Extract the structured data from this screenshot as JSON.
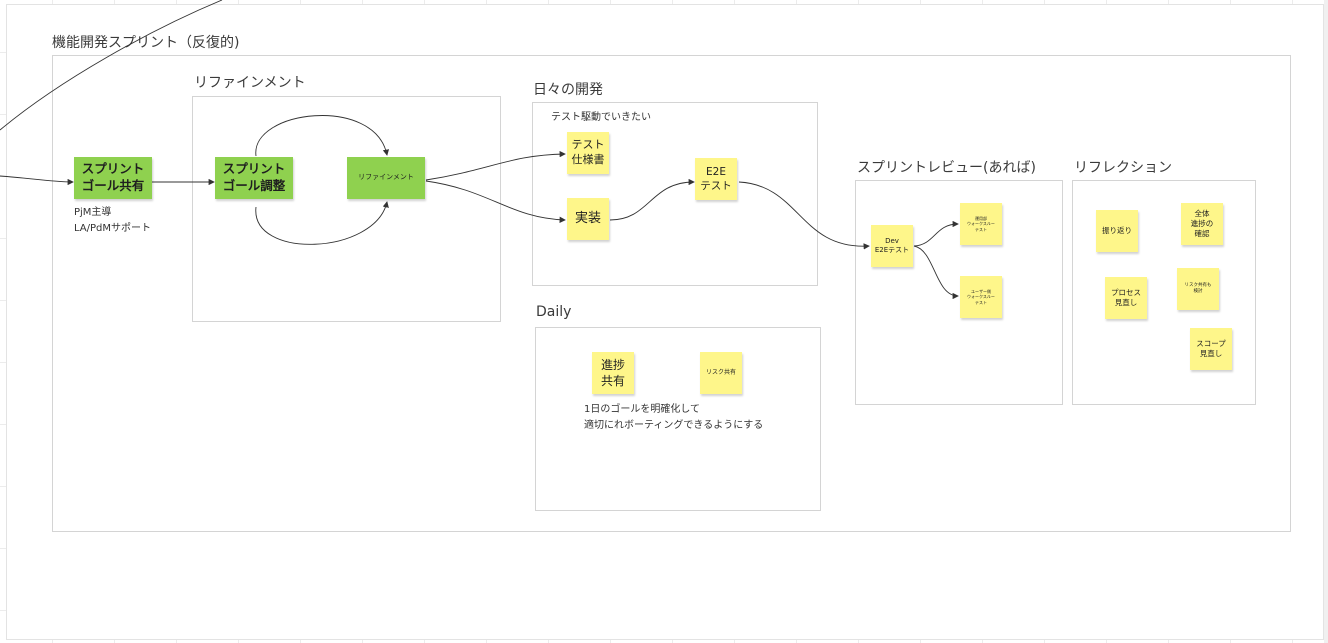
{
  "board": {
    "title": "機能開発スプリント（反復的)"
  },
  "sections": {
    "refinement": "リファインメント",
    "daily_dev": "日々の開発",
    "daily_dev_sub": "テスト駆動でいきたい",
    "daily": "Daily",
    "sprint_review": "スプリントレビュー(あれば)",
    "reflection": "リフレクション"
  },
  "green_cards": {
    "sprint_goal_share": "スプリント\nゴール共有",
    "sprint_goal_adjust": "スプリント\nゴール調整",
    "refinement": "リファインメント"
  },
  "notes": {
    "goal_share_owner": "PjM主導\nLA/PdMサポート",
    "daily_note": "1日のゴールを明確化して\n適切にれボーティングできるようにする"
  },
  "stickies": {
    "test_spec": "テスト\n仕様書",
    "implementation": "実装",
    "e2e_test": "E2E\nテスト",
    "dev_e2e": "Dev\nE2Eテスト",
    "review_top": "運用部\nウォークスルー\nテスト",
    "review_bottom": "ユーザー側\nウォークスルー\nテスト",
    "progress_share": "進捗\n共有",
    "risk_share": "リスク共有",
    "look_back": "振り返り",
    "overall_progress": "全体\n進捗の\n確認",
    "process_review": "プロセス\n見直し",
    "risk_review": "リスク共有も\n検討",
    "scope_review": "スコープ\n見直し"
  },
  "colors": {
    "green_card": "#8fd14f",
    "sticky_yellow": "#fef68a",
    "connector": "#333333"
  }
}
